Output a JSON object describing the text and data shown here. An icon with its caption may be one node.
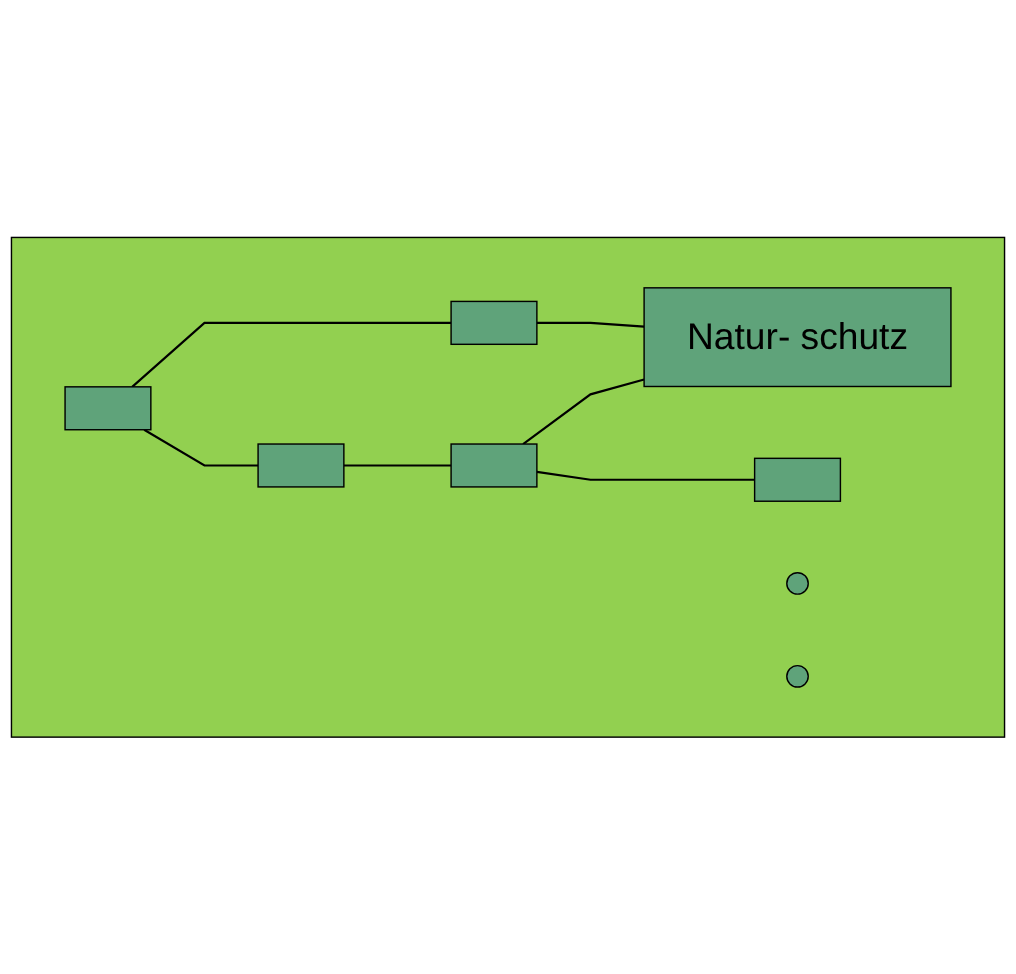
{
  "diagram": {
    "nodes": [
      {
        "text": [],
        "shape": "box"
      },
      {
        "text": [],
        "shape": "box",
        "in": 0
      },
      {
        "text": [],
        "shape": "box",
        "in": 0
      },
      {
        "text": [],
        "shape": "box",
        "in": 0
      },
      {
        "text": [],
        "shape": "circle",
        "in": 0
      },
      {
        "text": [],
        "shape": "box",
        "in": 0
      },
      {
        "text": [
          "Natur- schutz"
        ],
        "in": 0
      },
      {
        "text": [],
        "shape": "circle",
        "in": 0
      },
      {
        "text": [],
        "shape": "box",
        "in": 0
      }
    ],
    "edges": [
      {
        "from": 1,
        "to": 3,
        "arrow": "none"
      },
      {
        "from": 1,
        "to": 2,
        "arrow": "none"
      },
      {
        "from": 3,
        "to": 5,
        "arrow": "none"
      },
      {
        "from": 2,
        "to": 6,
        "arrow": "none"
      },
      {
        "from": 5,
        "to": 6,
        "arrow": "none"
      },
      {
        "from": 5,
        "to": 8,
        "arrow": "none"
      }
    ]
  }
}
